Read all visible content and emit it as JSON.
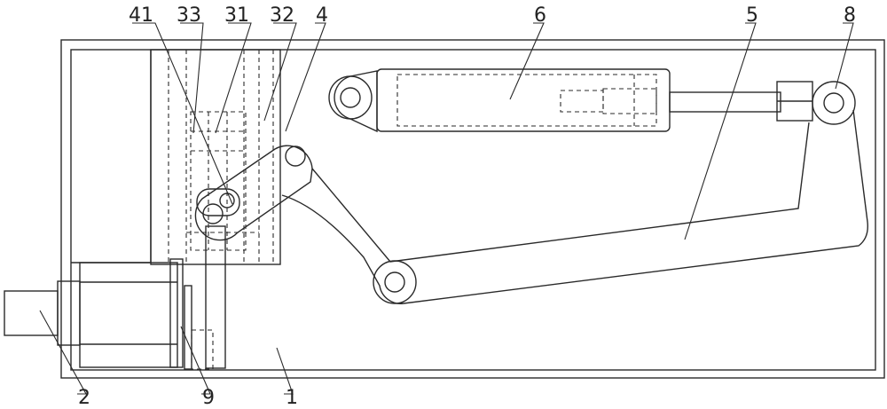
{
  "labels": {
    "l1": "1",
    "l2": "2",
    "l4": "4",
    "l5": "5",
    "l6": "6",
    "l8": "8",
    "l9": "9",
    "l31": "31",
    "l32": "32",
    "l33": "33",
    "l41": "41"
  }
}
